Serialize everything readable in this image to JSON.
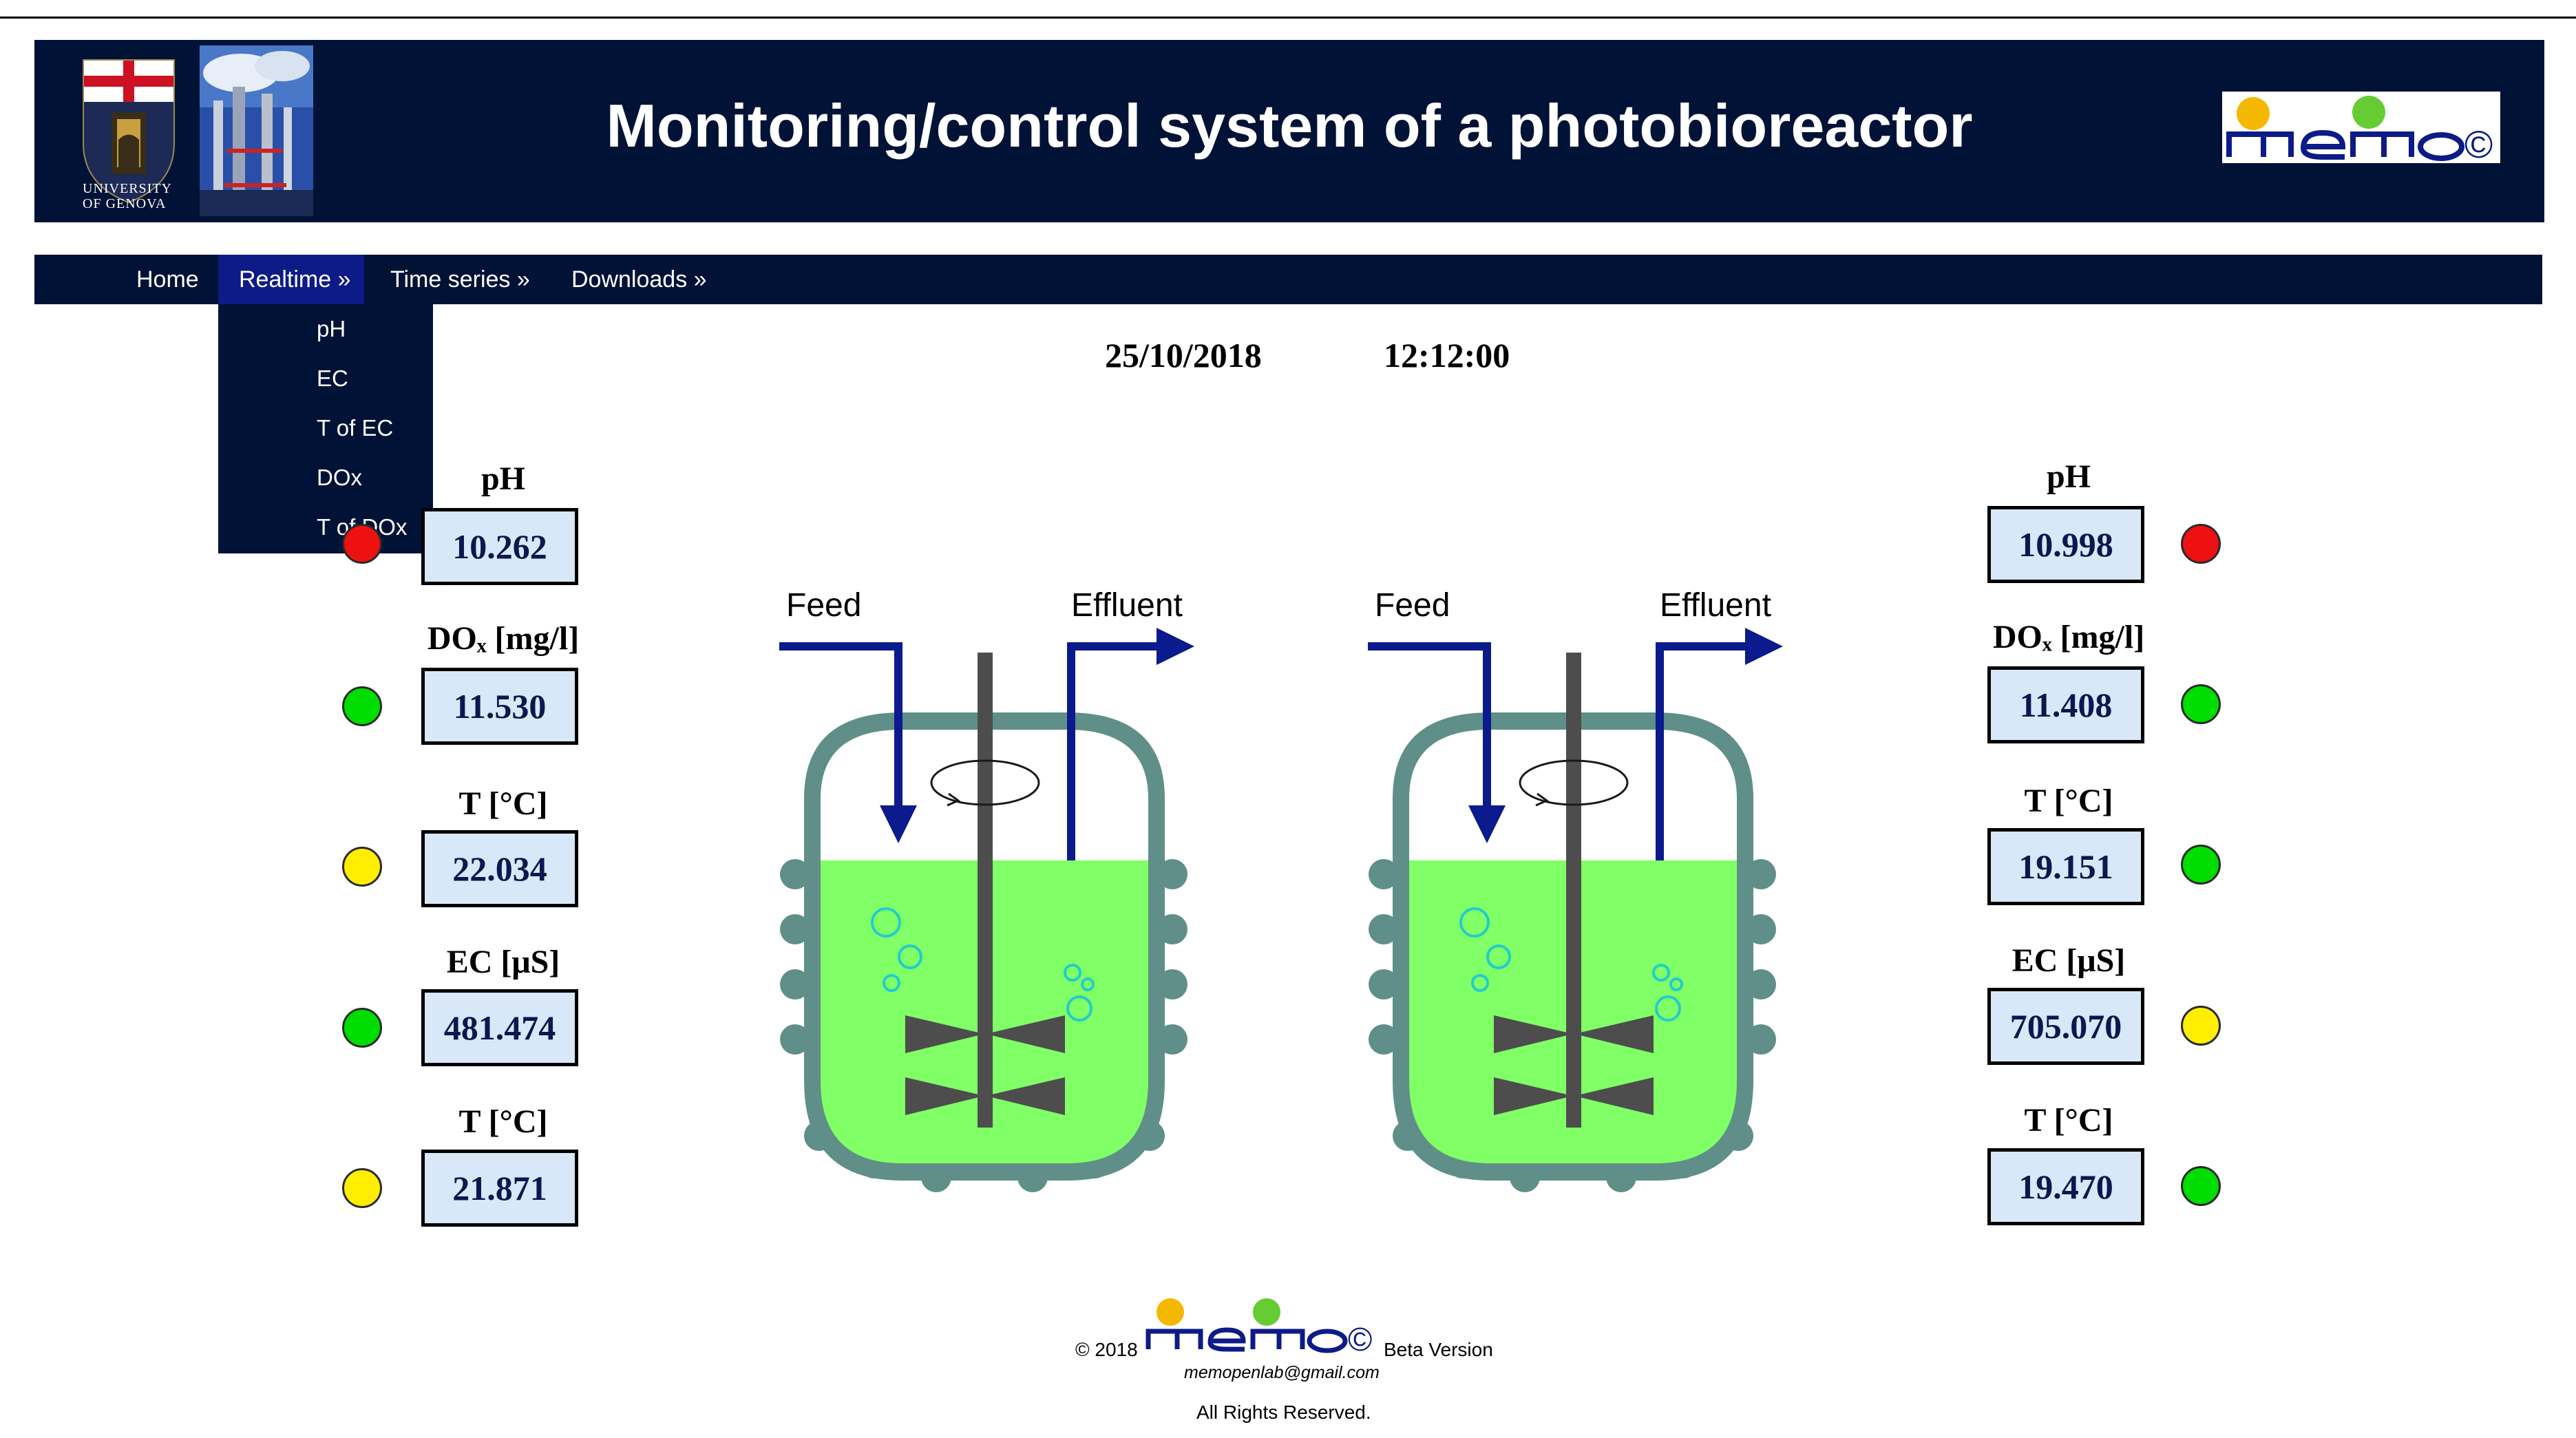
{
  "header": {
    "title": "Monitoring/control system of a photobioreactor",
    "university_line1": "UNIVERSITY",
    "university_line2": "OF GENOVA",
    "brand": "memo©"
  },
  "nav": {
    "items": [
      {
        "label": "Home"
      },
      {
        "label": "Realtime »"
      },
      {
        "label": "Time series »"
      },
      {
        "label": "Downloads »"
      }
    ],
    "active": "Realtime »",
    "dropdown": [
      "pH",
      "EC",
      "T of EC",
      "DOx",
      "T of DOx"
    ]
  },
  "timestamp": {
    "date": "25/10/2018",
    "time": "12:12:00"
  },
  "colors": {
    "navy": "#001236",
    "nav_active": "#0d1b88",
    "culture_green": "#80ff66",
    "vessel": "#5f8f88",
    "arrow": "#0b1a8c",
    "led_red": "#ee1111",
    "led_green": "#00dd00",
    "led_yellow": "#ffee00"
  },
  "reactor_labels": {
    "feed": "Feed",
    "effluent": "Effluent"
  },
  "left_sensors": [
    {
      "label": "pH",
      "value": "10.262",
      "status": "red"
    },
    {
      "label": "DOₓ [mg/l]",
      "value": "11.530",
      "status": "green"
    },
    {
      "label": "T [°C]",
      "value": "22.034",
      "status": "yellow"
    },
    {
      "label": "EC [μS]",
      "value": "481.474",
      "status": "green"
    },
    {
      "label": "T [°C]",
      "value": "21.871",
      "status": "yellow"
    }
  ],
  "right_sensors": [
    {
      "label": "pH",
      "value": "10.998",
      "status": "red"
    },
    {
      "label": "DOₓ [mg/l]",
      "value": "11.408",
      "status": "green"
    },
    {
      "label": "T [°C]",
      "value": "19.151",
      "status": "green"
    },
    {
      "label": "EC [μS]",
      "value": "705.070",
      "status": "yellow"
    },
    {
      "label": "T [°C]",
      "value": "19.470",
      "status": "green"
    }
  ],
  "footer": {
    "copyright": "© 2018",
    "version": "Beta Version",
    "email": "memopenlab@gmail.com",
    "rights": "All Rights Reserved."
  }
}
